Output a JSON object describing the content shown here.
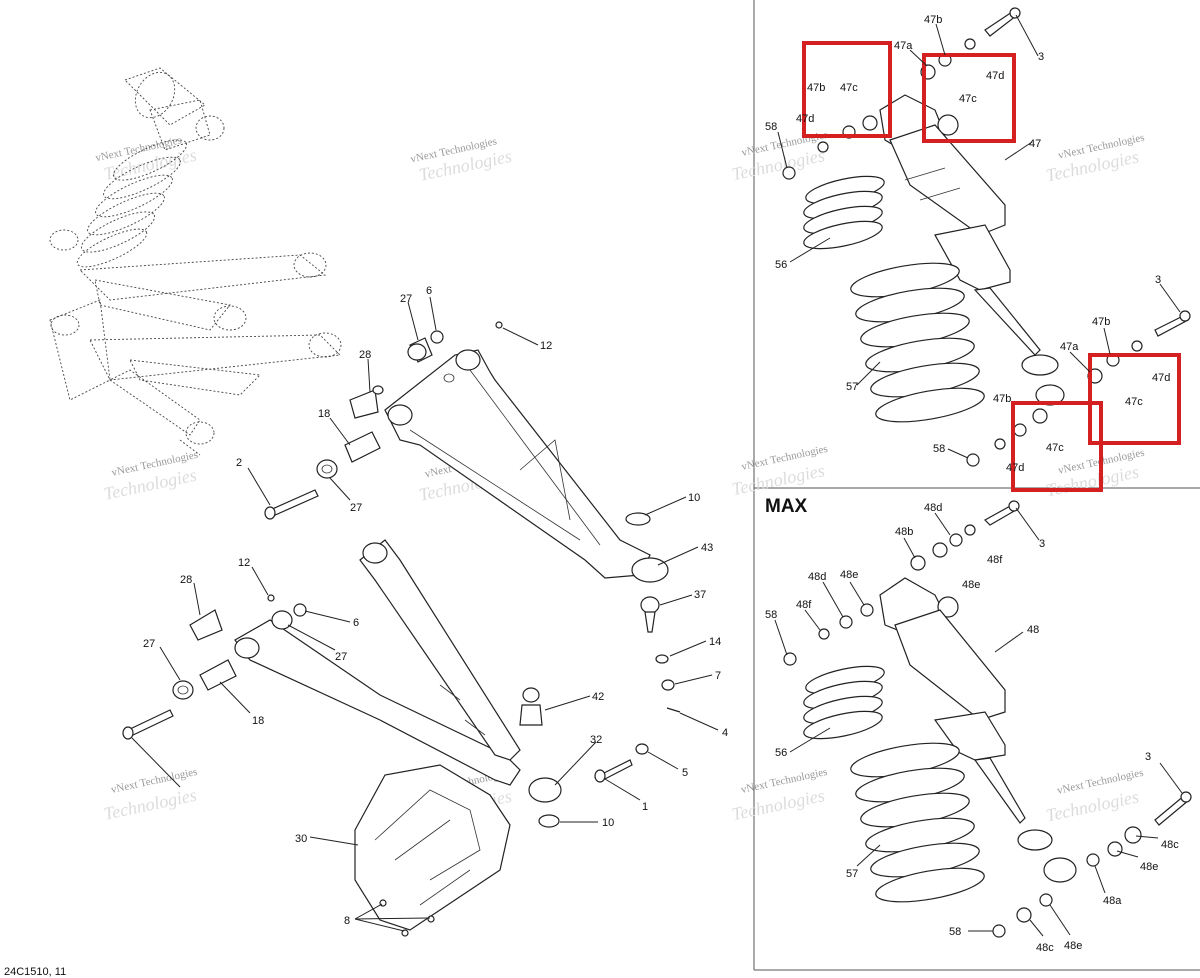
{
  "diagram": {
    "panels": {
      "max_label": "MAX"
    },
    "figure_code": "24C1510, 11",
    "watermark": {
      "line1": "vNext Technologies",
      "line2": "Technologies"
    },
    "highlight_color": "#d42020",
    "callouts": [
      {
        "id": "c-47b-a",
        "text": "47b"
      },
      {
        "id": "c-47a-a",
        "text": "47a"
      },
      {
        "id": "c-3-a",
        "text": "3"
      },
      {
        "id": "c-47d-a",
        "text": "47d"
      },
      {
        "id": "c-47c-a",
        "text": "47c"
      },
      {
        "id": "c-47b-b",
        "text": "47b"
      },
      {
        "id": "c-47c-b",
        "text": "47c"
      },
      {
        "id": "c-47d-b",
        "text": "47d"
      },
      {
        "id": "c-58-a",
        "text": "58"
      },
      {
        "id": "c-47",
        "text": "47"
      },
      {
        "id": "c-56-a",
        "text": "56"
      },
      {
        "id": "c-57-a",
        "text": "57"
      },
      {
        "id": "c-3-b",
        "text": "3"
      },
      {
        "id": "c-47b-c",
        "text": "47b"
      },
      {
        "id": "c-47a-b",
        "text": "47a"
      },
      {
        "id": "c-47d-c",
        "text": "47d"
      },
      {
        "id": "c-47c-c",
        "text": "47c"
      },
      {
        "id": "c-47b-d",
        "text": "47b"
      },
      {
        "id": "c-47c-d",
        "text": "47c"
      },
      {
        "id": "c-47d-d",
        "text": "47d"
      },
      {
        "id": "c-58-b",
        "text": "58"
      },
      {
        "id": "c-48d-a",
        "text": "48d"
      },
      {
        "id": "c-48b-a",
        "text": "48b"
      },
      {
        "id": "c-48f-a",
        "text": "48f"
      },
      {
        "id": "c-3-c",
        "text": "3"
      },
      {
        "id": "c-48e-a",
        "text": "48e"
      },
      {
        "id": "c-48d-b",
        "text": "48d"
      },
      {
        "id": "c-48e-b",
        "text": "48e"
      },
      {
        "id": "c-48f-b",
        "text": "48f"
      },
      {
        "id": "c-58-c",
        "text": "58"
      },
      {
        "id": "c-48",
        "text": "48"
      },
      {
        "id": "c-56-b",
        "text": "56"
      },
      {
        "id": "c-3-d",
        "text": "3"
      },
      {
        "id": "c-57-b",
        "text": "57"
      },
      {
        "id": "c-48c-a",
        "text": "48c"
      },
      {
        "id": "c-48e-c",
        "text": "48e"
      },
      {
        "id": "c-48a",
        "text": "48a"
      },
      {
        "id": "c-58-d",
        "text": "58"
      },
      {
        "id": "c-48c-b",
        "text": "48c"
      },
      {
        "id": "c-48e-d",
        "text": "48e"
      },
      {
        "id": "c-27-a",
        "text": "27"
      },
      {
        "id": "c-6-a",
        "text": "6"
      },
      {
        "id": "c-12-a",
        "text": "12"
      },
      {
        "id": "c-28-a",
        "text": "28"
      },
      {
        "id": "c-18-a",
        "text": "18"
      },
      {
        "id": "c-2",
        "text": "2"
      },
      {
        "id": "c-27-b",
        "text": "27"
      },
      {
        "id": "c-10-a",
        "text": "10"
      },
      {
        "id": "c-43",
        "text": "43"
      },
      {
        "id": "c-12-b",
        "text": "12"
      },
      {
        "id": "c-28-b",
        "text": "28"
      },
      {
        "id": "c-6-b",
        "text": "6"
      },
      {
        "id": "c-27-c",
        "text": "27"
      },
      {
        "id": "c-37",
        "text": "37"
      },
      {
        "id": "c-14",
        "text": "14"
      },
      {
        "id": "c-27-d",
        "text": "27"
      },
      {
        "id": "c-7",
        "text": "7"
      },
      {
        "id": "c-18-b",
        "text": "18"
      },
      {
        "id": "c-42",
        "text": "42"
      },
      {
        "id": "c-4",
        "text": "4"
      },
      {
        "id": "c-32",
        "text": "32"
      },
      {
        "id": "c-5",
        "text": "5"
      },
      {
        "id": "c-1",
        "text": "1"
      },
      {
        "id": "c-10-b",
        "text": "10"
      },
      {
        "id": "c-30",
        "text": "30"
      },
      {
        "id": "c-8",
        "text": "8"
      }
    ]
  }
}
